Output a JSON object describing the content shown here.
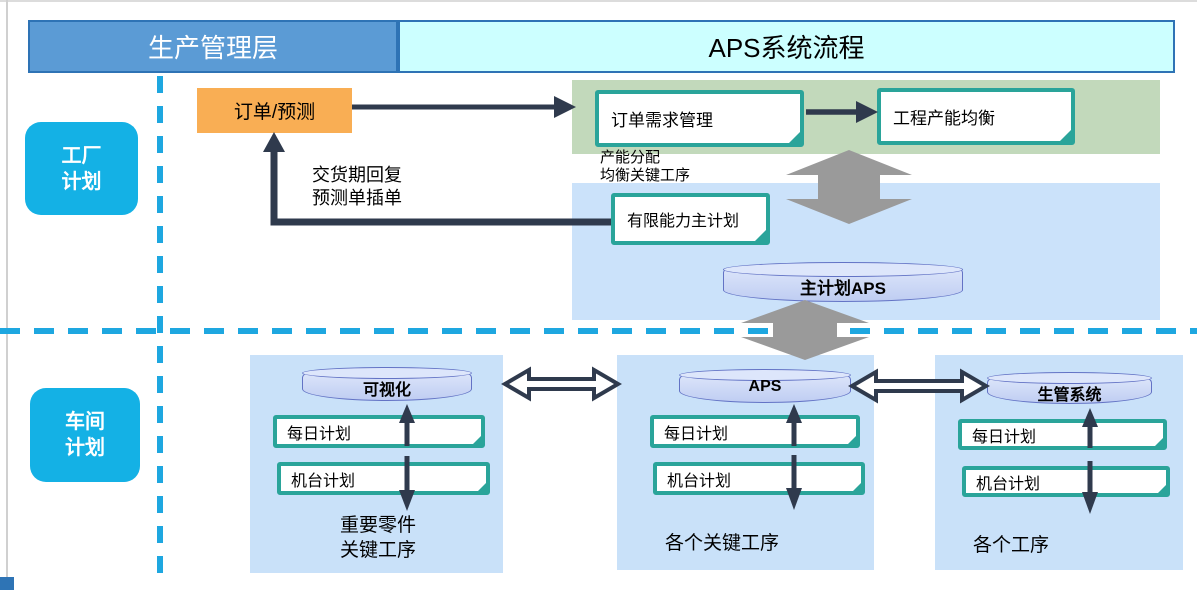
{
  "header": {
    "left_title": "生产管理层",
    "right_title": "APS系统流程"
  },
  "side_labels": {
    "factory": [
      "工厂",
      "计划"
    ],
    "workshop": [
      "车间",
      "计划"
    ]
  },
  "top_flow": {
    "order_box": "订单/预测",
    "demand_box": "订单需求管理",
    "balance_box": "工程产能均衡",
    "finite_box": "有限能力主计划",
    "return_note": [
      "交货期回复",
      "预测单插单"
    ],
    "capacity_note": [
      "产能分配",
      "均衡关键工序"
    ],
    "master_cylinder": "主计划APS"
  },
  "bottom_panels": [
    {
      "cylinder": "可视化",
      "box1": "每日计划",
      "box2": "机台计划",
      "caption": [
        "重要零件",
        "关键工序"
      ]
    },
    {
      "cylinder": "APS",
      "box1": "每日计划",
      "box2": "机台计划",
      "caption": [
        "各个关键工序"
      ]
    },
    {
      "cylinder": "生管系统",
      "box1": "每日计划",
      "box2": "机台计划",
      "caption": [
        "各个工序"
      ]
    }
  ],
  "colors": {
    "header_blue": "#5b9bd5",
    "header_cyan": "#ccffff",
    "header_border": "#2e73b5",
    "side_label_cyan": "#14b1e5",
    "panel_green": "#c2d9bb",
    "panel_blue": "#c9e1f9",
    "orange": "#f9ae54",
    "teal_border": "#2aa49a",
    "cylinder_border": "#6373c5",
    "dark_arrow": "#2f3a4d",
    "gray_arrow": "#9a9a9a",
    "dashed_line_cyan": "#1ea7e0"
  }
}
